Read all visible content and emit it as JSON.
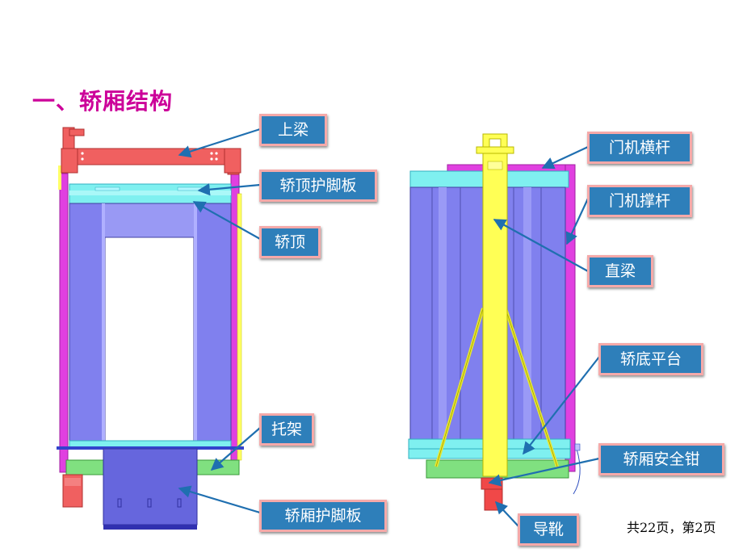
{
  "title": "一、轿厢结构",
  "labels": {
    "top_beam": "上梁",
    "roof_toe_guard": "轿顶护脚板",
    "car_roof": "轿顶",
    "bracket": "托架",
    "car_toe_guard": "轿厢护脚板",
    "door_operator_crossbar": "门机横杆",
    "door_operator_strut": "门机撑杆",
    "upright": "直梁",
    "car_floor_platform": "轿底平台",
    "safety_gear": "轿厢安全钳",
    "guide_shoe": "导靴"
  },
  "footer": "共22页，第2页",
  "colors": {
    "title": "#cc0099",
    "label_bg": "#2e7fba",
    "label_border": "#f5a9a9",
    "arrow": "#1f6fb0"
  }
}
